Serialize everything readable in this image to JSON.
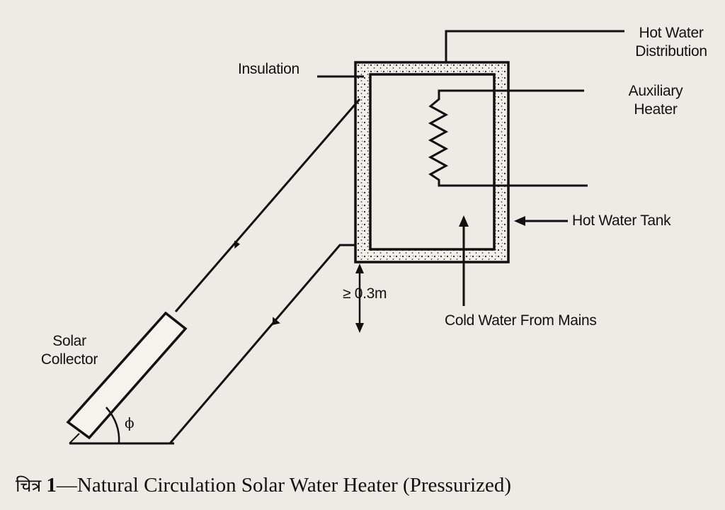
{
  "labels": {
    "insulation": "Insulation",
    "hot_water_distribution": [
      "Hot Water",
      "Distribution"
    ],
    "auxiliary_heater": [
      "Auxiliary",
      "Heater"
    ],
    "hot_water_tank": "Hot Water Tank",
    "cold_water": "Cold Water From Mains",
    "solar_collector": [
      "Solar",
      "Collector"
    ],
    "height": "≥ 0.3m",
    "angle": "ϕ"
  },
  "caption": {
    "prefix": "चित्र",
    "number": "1",
    "dash": "—",
    "title": "Natural Circulation Solar Water Heater (Pressurized)"
  },
  "colors": {
    "ink": "#111111",
    "paper": "#ecebe6",
    "insulation_fill": "#f1f0ea"
  }
}
